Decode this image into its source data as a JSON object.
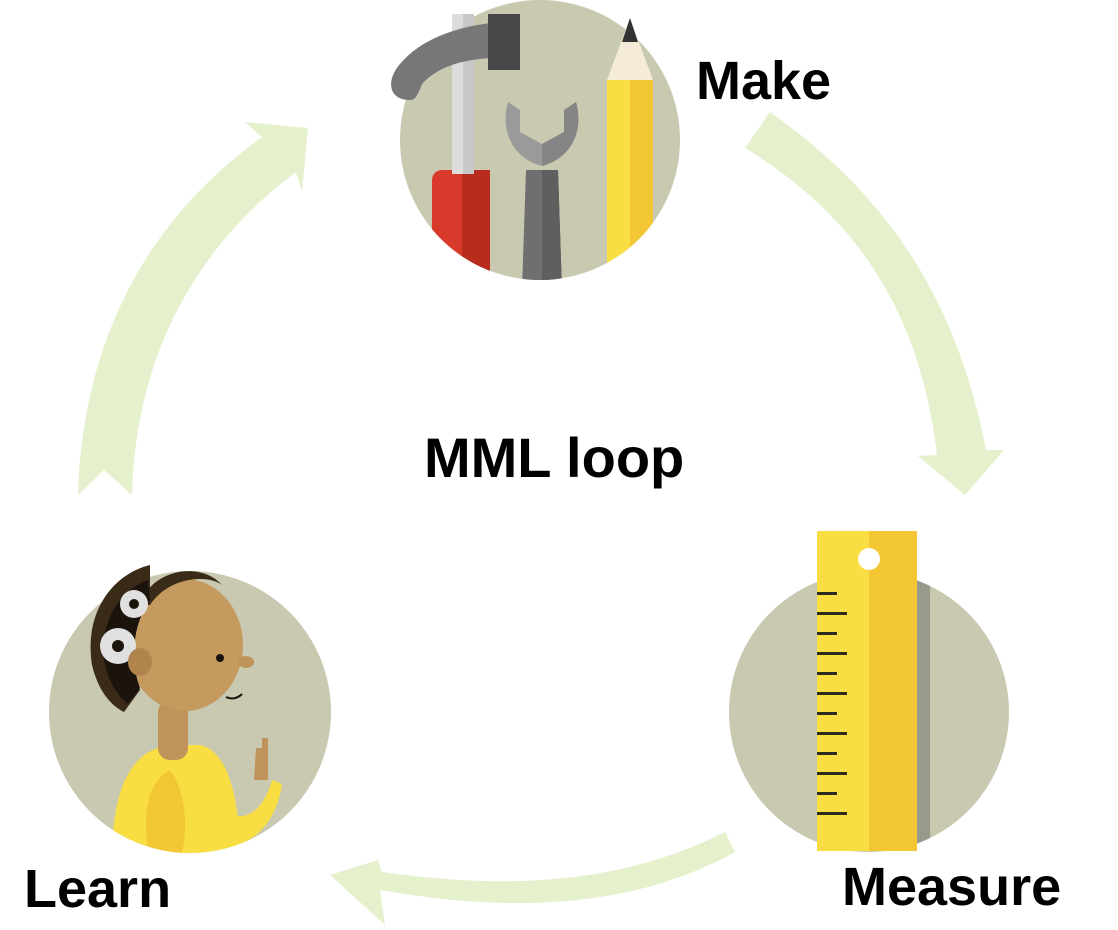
{
  "diagram": {
    "title": "MML loop",
    "steps": [
      {
        "id": "make",
        "label": "Make",
        "icon": "tools-icon"
      },
      {
        "id": "measure",
        "label": "Measure",
        "icon": "ruler-icon"
      },
      {
        "id": "learn",
        "label": "Learn",
        "icon": "thinking-person-icon"
      }
    ],
    "colors": {
      "arrow": "#e5f0cc",
      "badge": "#c9c8b0",
      "yellow": "#f9de43",
      "yellow_dark": "#f3c733",
      "red": "#d8392a",
      "grey": "#7d7d7d",
      "skin": "#bf935a",
      "hair": "#3a2a18"
    }
  }
}
